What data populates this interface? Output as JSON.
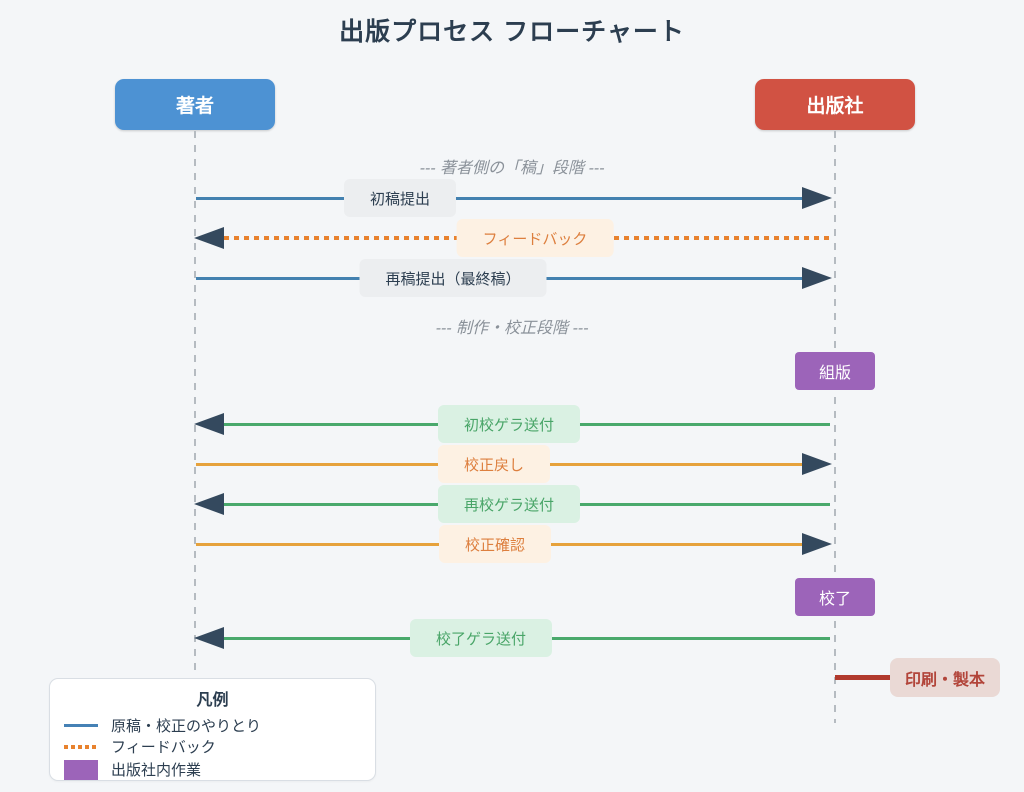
{
  "title": "出版プロセス フローチャート",
  "actors": {
    "author": {
      "label": "著者",
      "color": "#4d92d3"
    },
    "publisher": {
      "label": "出版社",
      "color": "#d15243"
    }
  },
  "sections": [
    {
      "label": "--- 著者側の「稿」段階 ---"
    },
    {
      "label": "--- 制作・校正段階 ---"
    }
  ],
  "messages": [
    {
      "label": "初稿提出",
      "direction": "right",
      "style": "blue-solid"
    },
    {
      "label": "フィードバック",
      "direction": "left",
      "style": "orange-dotted"
    },
    {
      "label": "再稿提出（最終稿）",
      "direction": "right",
      "style": "blue-solid"
    },
    {
      "label": "初校ゲラ送付",
      "direction": "left",
      "style": "green-solid"
    },
    {
      "label": "校正戻し",
      "direction": "right",
      "style": "amber-solid"
    },
    {
      "label": "再校ゲラ送付",
      "direction": "left",
      "style": "green-solid"
    },
    {
      "label": "校正確認",
      "direction": "right",
      "style": "amber-solid"
    },
    {
      "label": "校了ゲラ送付",
      "direction": "left",
      "style": "green-solid"
    }
  ],
  "internal_tasks": [
    {
      "label": "組版"
    },
    {
      "label": "校了"
    }
  ],
  "final_step": {
    "label": "印刷・製本"
  },
  "legend": {
    "title": "凡例",
    "items": [
      {
        "swatch": "blue-line",
        "label": "原稿・校正のやりとり"
      },
      {
        "swatch": "orange-dotted-line",
        "label": "フィードバック"
      },
      {
        "swatch": "purple-box",
        "label": "出版社内作業"
      }
    ]
  },
  "colors": {
    "background": "#f4f6f8",
    "title_text": "#2c3e50",
    "author_box": "#4d92d3",
    "publisher_box": "#d15243",
    "blue_line": "#4381b0",
    "orange_dotted_line": "#e8822e",
    "amber_line": "#e6a23c",
    "green_line": "#4aa96c",
    "purple_box": "#9c64b9",
    "arrowhead": "#34495e",
    "final_line": "#b13a2e",
    "final_box_bg": "#ead9d5"
  }
}
